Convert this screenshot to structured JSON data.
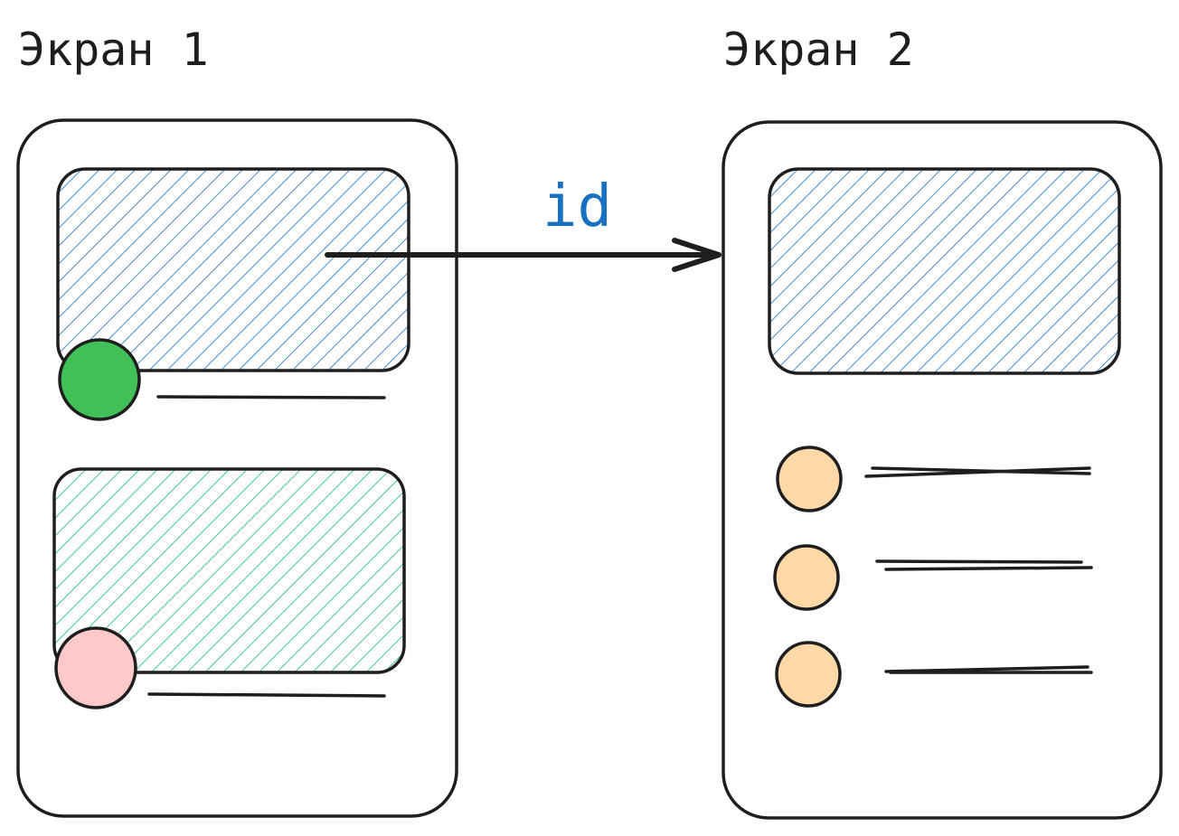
{
  "screens": [
    {
      "title": "Экран 1"
    },
    {
      "title": "Экран 2"
    }
  ],
  "arrow": {
    "label": "id"
  },
  "colors": {
    "stroke": "#1e1e1e",
    "blue_hatch": "#1971c2",
    "green_hatch": "#12b886",
    "green_avatar": "#40c057",
    "pink_avatar": "#ffc9c9",
    "orange_avatar": "#ffd8a8"
  }
}
